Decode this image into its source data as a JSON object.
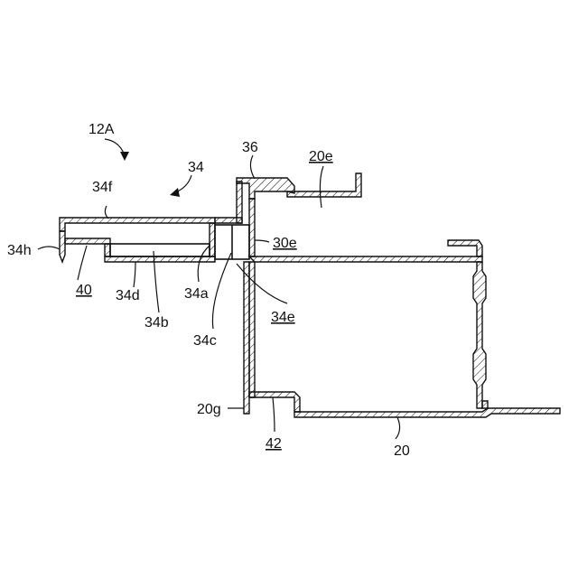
{
  "labels": {
    "l12A": "12A",
    "l34": "34",
    "l34f": "34f",
    "l36": "36",
    "l20e": "20e",
    "l34h": "34h",
    "l30e": "30e",
    "l40": "40",
    "l34d": "34d",
    "l34a": "34a",
    "l34b": "34b",
    "l34e": "34e",
    "l34c": "34c",
    "l20g": "20g",
    "l42": "42",
    "l20": "20"
  },
  "underlined": [
    "20e",
    "30e",
    "40",
    "34e",
    "42"
  ]
}
